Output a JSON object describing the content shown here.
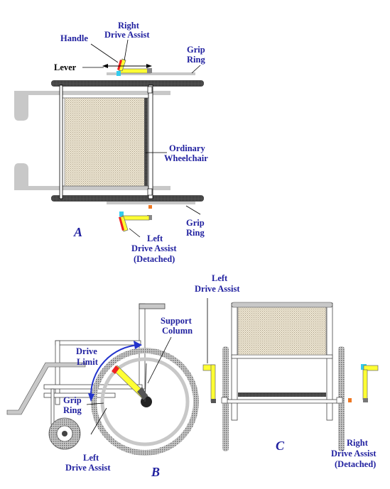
{
  "labels": {
    "handle": "Handle",
    "right_drive_assist_1": "Right",
    "right_drive_assist_2": "Drive Assist",
    "lever": "Lever",
    "grip_ring_top_1": "Grip",
    "grip_ring_top_2": "Ring",
    "ordinary_wheelchair_1": "Ordinary",
    "ordinary_wheelchair_2": "Wheelchair",
    "grip_ring_bottom_1": "Grip",
    "grip_ring_bottom_2": "Ring",
    "left_detached_1": "Left",
    "left_detached_2": "Drive Assist",
    "left_detached_3": "(Detached)",
    "panel_a": "A",
    "left_drive_assist_c_1": "Left",
    "left_drive_assist_c_2": "Drive Assist",
    "support_column_1": "Support",
    "support_column_2": "Column",
    "drive_limit_1": "Drive",
    "drive_limit_2": "Limit",
    "grip_ring_b_1": "Grip",
    "grip_ring_b_2": "Ring",
    "left_drive_assist_b_1": "Left",
    "left_drive_assist_b_2": "Drive Assist",
    "panel_b": "B",
    "panel_c": "C",
    "right_detached_1": "Right",
    "right_detached_2": "Drive Assist",
    "right_detached_3": "(Detached)"
  },
  "colors": {
    "label_blue": "#1f1f9f",
    "frame_gray": "#c8c8c8",
    "drive_assist_yellow": "#ffff33",
    "assist_cyan": "#33ccee",
    "assist_red": "#ee2222",
    "assist_orange": "#ee7722",
    "arrow_blue": "#2233cc"
  }
}
